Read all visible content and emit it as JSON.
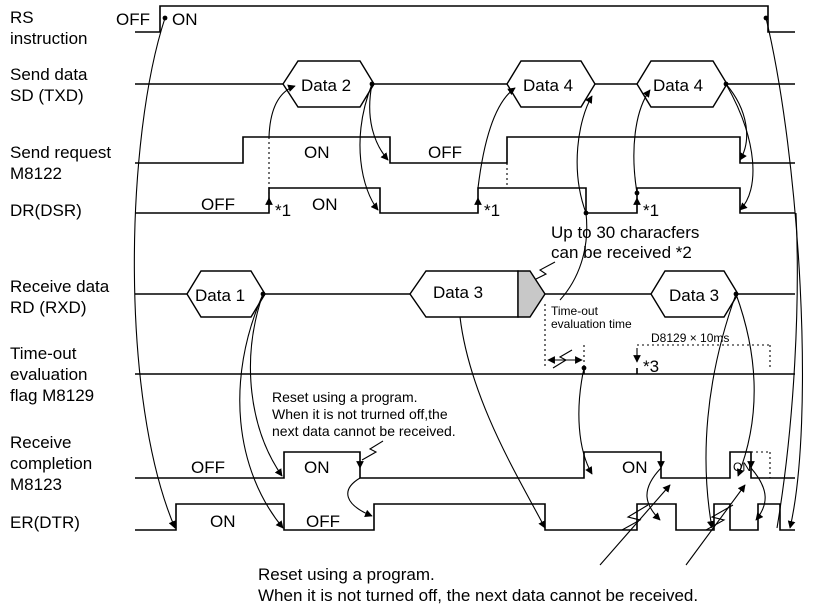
{
  "signals": {
    "rs_line1": "RS",
    "rs_line2": "instruction",
    "sd_line1": "Send data",
    "sd_line2": "SD (TXD)",
    "sreq_line1": "Send request",
    "sreq_line2": "M8122",
    "dr": "DR(DSR)",
    "rd_line1": "Receive data",
    "rd_line2": "RD (RXD)",
    "to_line1": "Time-out",
    "to_line2": "evaluation",
    "to_line3": "flag M8129",
    "rc_line1": "Receive",
    "rc_line2": "completion",
    "rc_line3": "M8123",
    "er": "ER(DTR)"
  },
  "states": {
    "off": "OFF",
    "on": "ON",
    "on_small": "ON"
  },
  "packets": {
    "data1": "Data 1",
    "data2": "Data 2",
    "data3": "Data 3",
    "data4": "Data 4"
  },
  "notes": {
    "star1": "*1",
    "star3": "*3",
    "up_to_30_line1": "Up to 30 characfers",
    "up_to_30_line2": "can be received *2",
    "timeout_eval_line1": "Time-out",
    "timeout_eval_line2": "evaluation time",
    "d8129": "D8129 × 10ms",
    "reset1_line1": "Reset using a program.",
    "reset1_line2": "When it is not trurned off,the",
    "reset1_line3": "next data cannot be received.",
    "reset2_line1": "Reset using a program.",
    "reset2_line2": "When it is not turned off, the next data cannot be received."
  }
}
